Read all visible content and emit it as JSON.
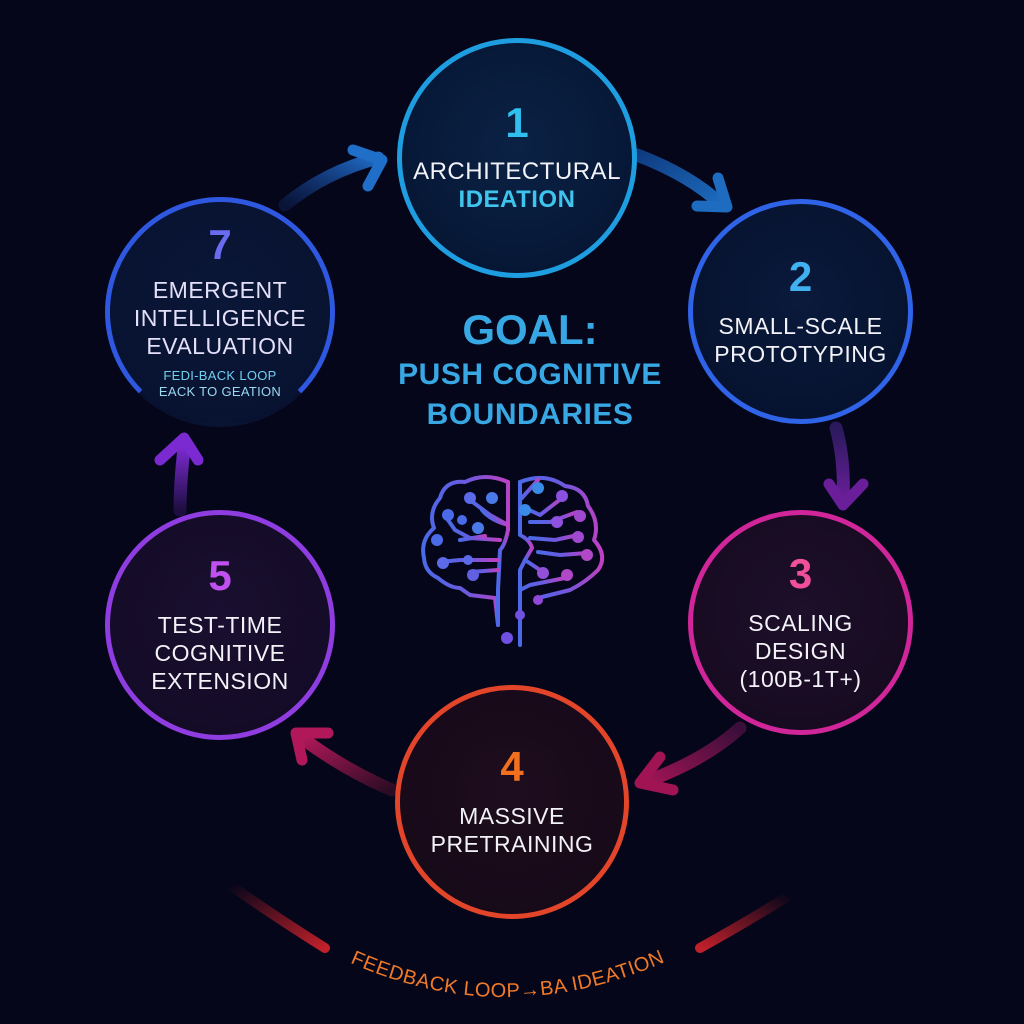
{
  "goal": {
    "line1": "GOAL:",
    "line2": "PUSH COGNITIVE",
    "line3": "BOUNDARIES"
  },
  "steps": [
    {
      "number": "1",
      "lines": [
        "ARCHITECTURAL",
        "IDEATION"
      ],
      "color": "#1e9ee0",
      "number_color": "#2fc0f0",
      "highlight_color": "#3fc4ee"
    },
    {
      "number": "2",
      "lines": [
        "SMALL-SCALE",
        "PROTOTYPING"
      ],
      "color": "#2f63e8",
      "number_color": "#40b0f0"
    },
    {
      "number": "3",
      "lines": [
        "SCALING",
        "DESIGN",
        "(100B-1T+)"
      ],
      "color": "#d0269a",
      "number_color": "#f0509a"
    },
    {
      "number": "4",
      "lines": [
        "MASSIVE",
        "PRETRAINING"
      ],
      "color": "#e2452a",
      "number_color": "#f07020"
    },
    {
      "number": "5",
      "lines": [
        "TEST-TIME",
        "COGNITIVE",
        "EXTENSION"
      ],
      "color": "#8f3ce0",
      "number_color": "#c050f0"
    },
    {
      "number": "7",
      "lines": [
        "EMERGENT",
        "INTELLIGENCE",
        "EVALUATION"
      ],
      "sub_lines": [
        "FEDI-BACK LOOP",
        "EACK TO GEATION"
      ],
      "color": "#2f58e0",
      "number_color": "#6a6cf0"
    }
  ],
  "feedback_label": "FEEDBACK LOOP→BA IDEATION",
  "icons": {
    "center": "brain-circuit-icon"
  },
  "colors": {
    "background": "#05061a",
    "goal": "#38a8e4",
    "feedback": "#f07a28"
  }
}
